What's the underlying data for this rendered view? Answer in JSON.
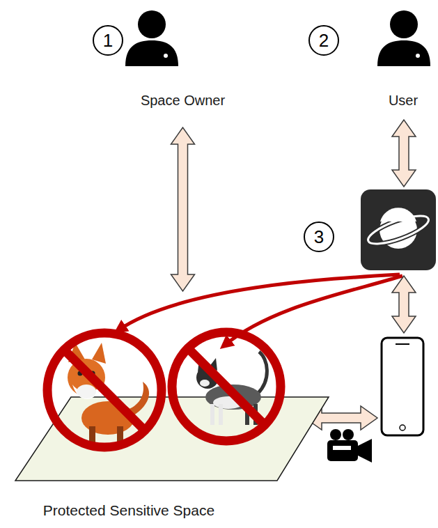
{
  "diagram": {
    "nodes": [
      {
        "text": [
          "Space Owner"
        ]
      },
      {
        "text": [
          "User"
        ]
      },
      {
        "text": [
          "Protected Sensitive Space"
        ]
      }
    ],
    "edges": [
      {
        "from": 0,
        "to": 2,
        "arrow": "both"
      }
    ],
    "labels": [
      "1",
      "2",
      "3"
    ]
  }
}
